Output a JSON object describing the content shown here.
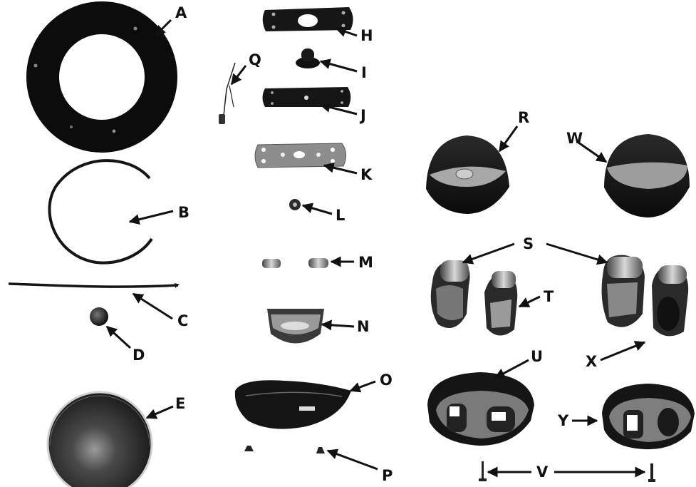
{
  "labels": {
    "A": "A",
    "B": "B",
    "C": "C",
    "D": "D",
    "E": "E",
    "H": "H",
    "I": "I",
    "J": "J",
    "K": "K",
    "L": "L",
    "M": "M",
    "N": "N",
    "O": "O",
    "P": "P",
    "Q": "Q",
    "R": "R",
    "S": "S",
    "T": "T",
    "U": "U",
    "V": "V",
    "W": "W",
    "X": "X",
    "Y": "Y"
  }
}
